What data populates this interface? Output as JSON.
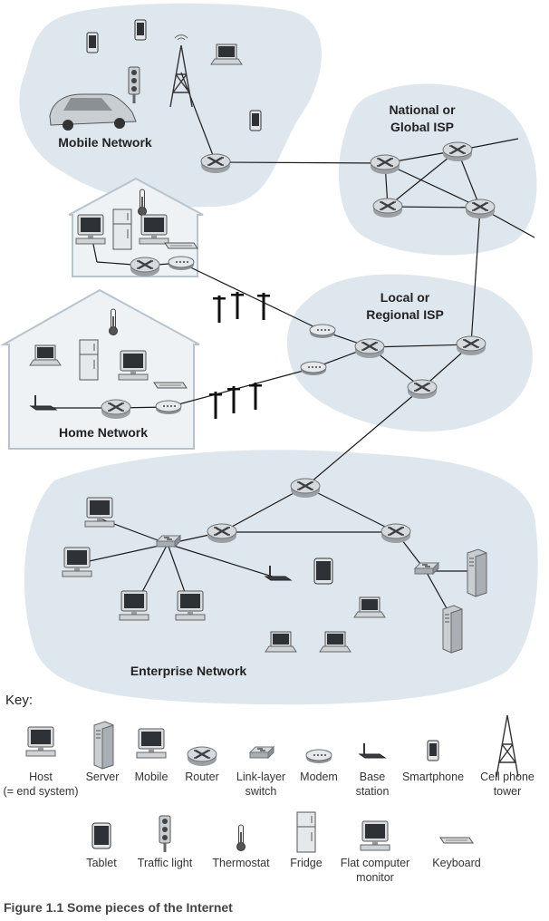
{
  "regions": {
    "mobile": "Mobile Network",
    "national_line1": "National or",
    "national_line2": "Global ISP",
    "local_line1": "Local or",
    "local_line2": "Regional ISP",
    "home": "Home Network",
    "enterprise": "Enterprise Network"
  },
  "key": {
    "title": "Key:",
    "row1": [
      {
        "line1": "Host",
        "line2": "(= end system)",
        "icon": "host-icon"
      },
      {
        "line1": "Server",
        "line2": "",
        "icon": "server-icon"
      },
      {
        "line1": "Mobile",
        "line2": "",
        "icon": "mobile-icon"
      },
      {
        "line1": "Router",
        "line2": "",
        "icon": "router-icon"
      },
      {
        "line1": "Link-layer",
        "line2": "switch",
        "icon": "switch-icon"
      },
      {
        "line1": "Modem",
        "line2": "",
        "icon": "modem-icon"
      },
      {
        "line1": "Base",
        "line2": "station",
        "icon": "base-station-icon"
      },
      {
        "line1": "Smartphone",
        "line2": "",
        "icon": "smartphone-icon"
      },
      {
        "line1": "Cell phone",
        "line2": "tower",
        "icon": "cell-tower-icon"
      }
    ],
    "row2": [
      {
        "line1": "Tablet",
        "line2": "",
        "icon": "tablet-icon"
      },
      {
        "line1": "Traffic light",
        "line2": "",
        "icon": "traffic-light-icon"
      },
      {
        "line1": "Thermostat",
        "line2": "",
        "icon": "thermostat-icon"
      },
      {
        "line1": "Fridge",
        "line2": "",
        "icon": "fridge-icon"
      },
      {
        "line1": "Flat computer",
        "line2": "monitor",
        "icon": "monitor-icon"
      },
      {
        "line1": "Keyboard",
        "line2": "",
        "icon": "keyboard-icon"
      }
    ]
  },
  "caption": "Figure 1.1 Some pieces of the Internet",
  "colors": {
    "cloud": "#dfe7ee",
    "house": "#eef2f5",
    "router": "#c8ccce",
    "link": "#1a1a1a"
  }
}
